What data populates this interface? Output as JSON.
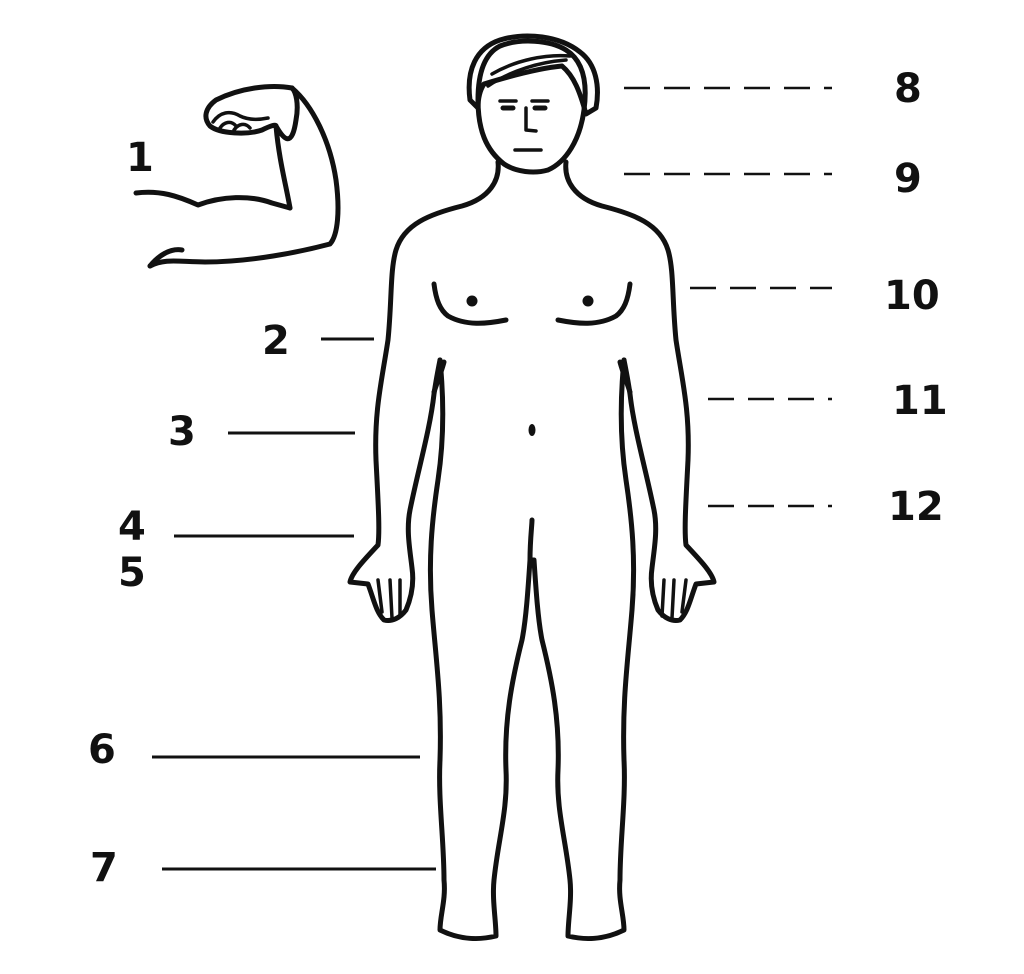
{
  "diagram": {
    "labels": {
      "l1": "1",
      "l2": "2",
      "l3": "3",
      "l4": "4",
      "l5": "5",
      "l6": "6",
      "l7": "7",
      "l8": "8",
      "l9": "9",
      "l10": "10",
      "l11": "11",
      "l12": "12"
    },
    "illustration": "flexed-arm-icon"
  }
}
